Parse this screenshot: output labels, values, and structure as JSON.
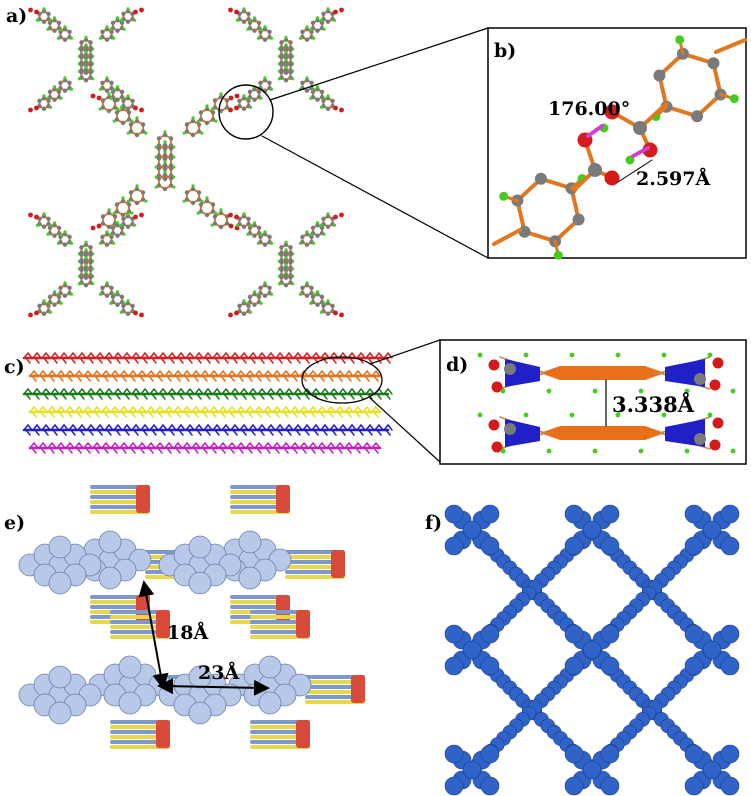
{
  "panels": {
    "a": {
      "label": "a)"
    },
    "b": {
      "label": "b)",
      "angle": "176.00°",
      "distance": "2.597Å"
    },
    "c": {
      "label": "c)"
    },
    "d": {
      "label": "d)",
      "distance": "3.338Å"
    },
    "e": {
      "label": "e)",
      "pore_height": "18Å",
      "pore_width": "23Å"
    },
    "f": {
      "label": "f)"
    }
  },
  "colors": {
    "carbon": "#7a7a7a",
    "bond": "#e07820",
    "oxygen": "#d41a1a",
    "hydrogen": "#44cc22",
    "hbond": "#d040d0",
    "layer_red": "#d42020",
    "layer_orange": "#e8701a",
    "layer_green": "#1a7a1a",
    "layer_yellow": "#e6e020",
    "layer_blue": "#2020c8",
    "layer_magenta": "#c020c0",
    "framework_blue": "#2f63c8",
    "sphere_light": "#b8c8e8"
  }
}
